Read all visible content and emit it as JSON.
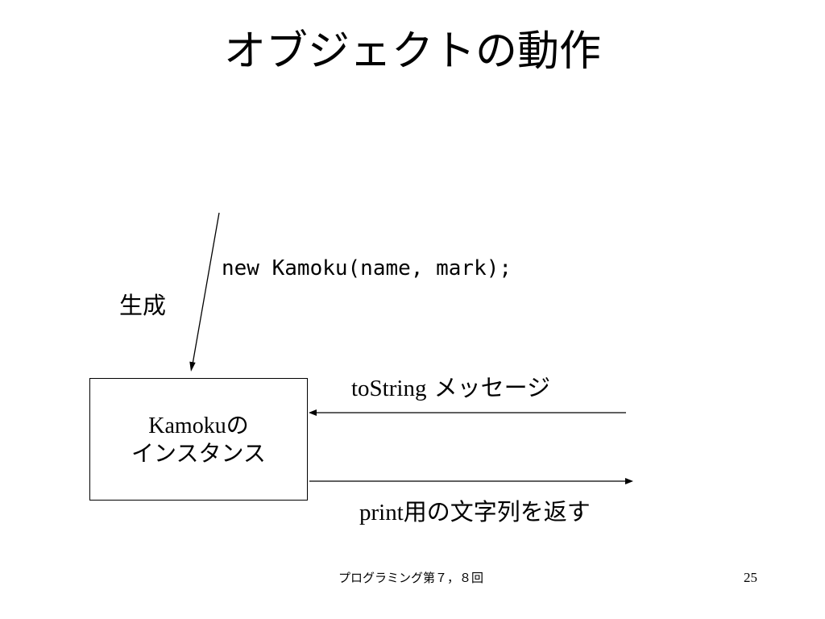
{
  "slide": {
    "title": "オブジェクトの動作",
    "code": "new Kamoku(name, mark);",
    "create_label": "生成",
    "instance": {
      "line1_latin": "Kamoku",
      "line1_jp": "の",
      "line2": "インスタンス"
    },
    "message": {
      "latin": "toString",
      "jp": " メッセージ"
    },
    "return": {
      "latin": "print",
      "jp": "用の文字列を返す"
    },
    "footer": "プログラミング第７，８回",
    "page_number": "25"
  }
}
